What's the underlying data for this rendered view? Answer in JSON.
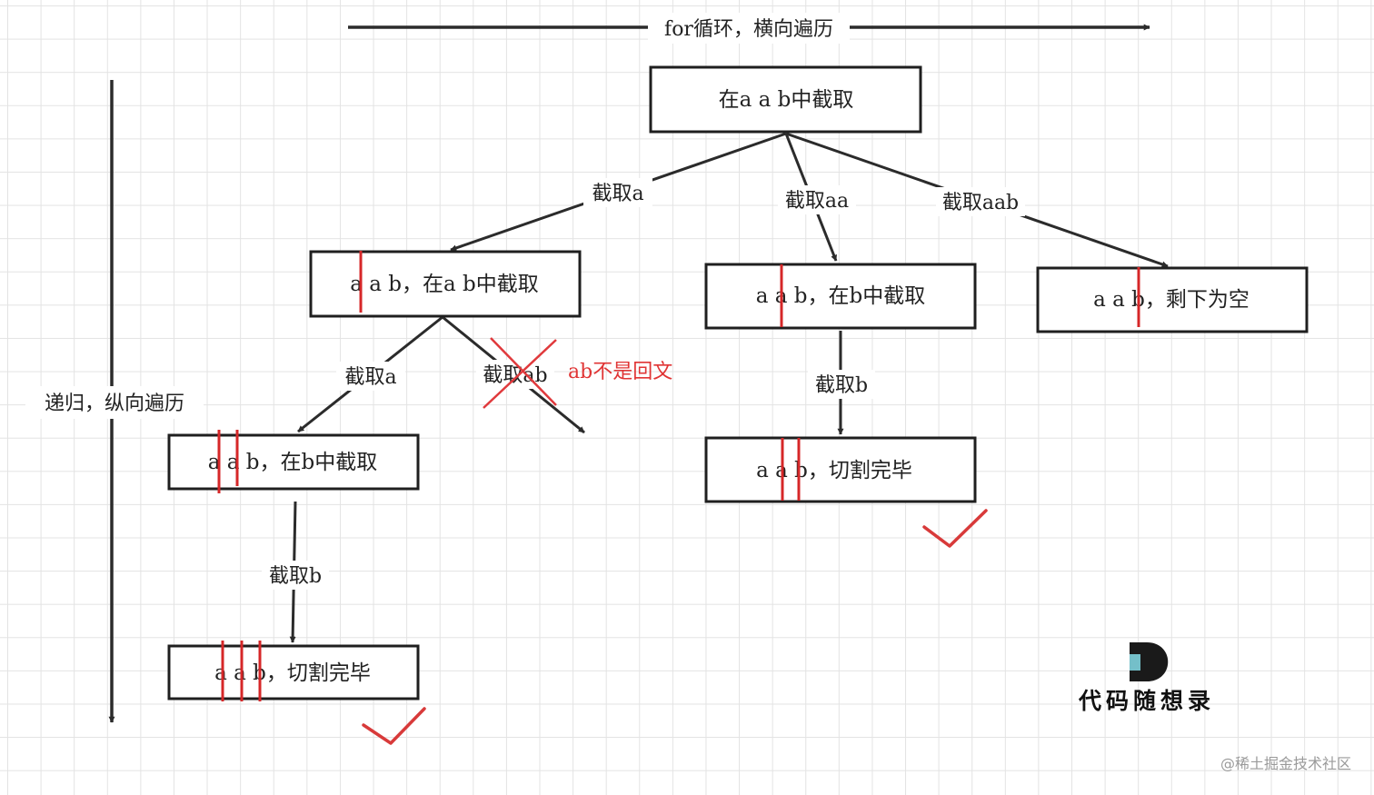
{
  "horizontal_axis": {
    "label": "for循环，横向遍历"
  },
  "vertical_axis": {
    "label": "递归，纵向遍历"
  },
  "nodes": {
    "root": {
      "text": "在a a b中截取"
    },
    "left": {
      "text": "a a b，在a b中截取"
    },
    "middle": {
      "text": "a a b，在b中截取"
    },
    "right": {
      "text": "a a b，剩下为空"
    },
    "left_left": {
      "text": "a a b，在b中截取"
    },
    "left_left_leaf": {
      "text": "a a b，切割完毕"
    },
    "middle_leaf": {
      "text": "a a b，切割完毕"
    }
  },
  "edges": {
    "root_to_left": "截取a",
    "root_to_middle": "截取aa",
    "root_to_right": "截取aab",
    "left_to_left_left": "截取a",
    "left_rejected": "截取ab",
    "left_left_to_leaf": "截取b",
    "middle_to_leaf": "截取b"
  },
  "notes": {
    "not_palindrome": "ab不是回文"
  },
  "logo": {
    "text": "代码随想录"
  },
  "watermark": {
    "text": "@稀土掘金技术社区"
  },
  "colors": {
    "cut_mark": "#d62728",
    "check_mark": "#d83a3a",
    "note": "#e03434",
    "logo_teal": "#74bfc9"
  }
}
